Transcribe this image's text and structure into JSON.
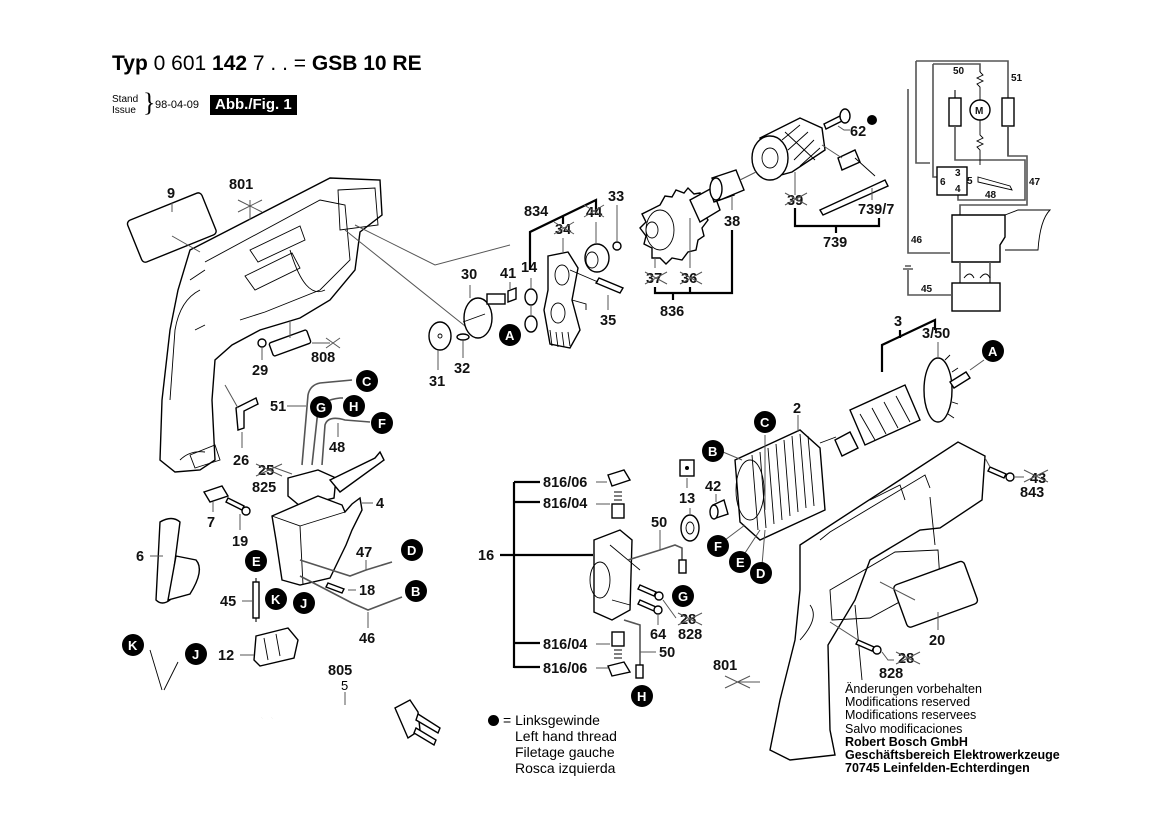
{
  "header": {
    "typ_label": "Typ",
    "type_number_a": "0 601",
    "type_number_b": "142",
    "type_number_c": "7 . . =",
    "model": "GSB 10 RE",
    "stand_label": "Stand",
    "issue_label": "Issue",
    "date": "98-04-09",
    "figure": "Abb./Fig. 1"
  },
  "legend": {
    "symbol": "filled-circle",
    "line1": "= Linksgewinde",
    "line2": "Left hand thread",
    "line3": "Filetage gauche",
    "line4": "Rosca izquierda"
  },
  "notes": {
    "line1": "Änderungen vorbehalten",
    "line2": "Modifications reserved",
    "line3": "Modifications reservees",
    "line4": "Salvo modificaciones",
    "company": "Robert Bosch GmbH",
    "division": "Geschäftsbereich Elektrowerkzeuge",
    "address": "70745 Leinfelden-Echterdingen"
  },
  "part_labels": {
    "p9": "9",
    "p801a": "801",
    "p29": "29",
    "p808": "808",
    "p30": "30",
    "p31": "31",
    "p32": "32",
    "p41": "41",
    "p14": "14",
    "p834": "834",
    "p34": "34",
    "p44": "44",
    "p33": "33",
    "p35": "35",
    "p37": "37",
    "p36": "36",
    "p836": "836",
    "p38": "38",
    "p62": "62",
    "p39": "39",
    "p739_7": "739/7",
    "p739": "739",
    "p51": "51",
    "p48": "48",
    "p26": "26",
    "p25": "25",
    "p825": "825",
    "p7": "7",
    "p19": "19",
    "p4": "4",
    "p6": "6",
    "p47": "47",
    "p18": "18",
    "p45": "45",
    "p46": "46",
    "p12": "12",
    "p805": "805",
    "p5": "5",
    "p16": "16",
    "p816_06a": "816/06",
    "p816_04a": "816/04",
    "p816_04b": "816/04",
    "p816_06b": "816/06",
    "p13": "13",
    "p42": "42",
    "p50a": "50",
    "p50b": "50",
    "p64": "64",
    "p28a": "28",
    "p828a": "828",
    "p2": "2",
    "p3": "3",
    "p3_50": "3/50",
    "p843": "843",
    "p43": "43",
    "p20": "20",
    "p28b": "28",
    "p828b": "828",
    "p801b": "801"
  },
  "connectors": {
    "A": "A",
    "B": "B",
    "C": "C",
    "D": "D",
    "E": "E",
    "F": "F",
    "G": "G",
    "H": "H",
    "J": "J",
    "K": "K"
  },
  "schematic": {
    "motor": "M",
    "w50": "50",
    "w51": "51",
    "w47": "47",
    "w48": "48",
    "w46": "46",
    "w45": "45",
    "t3": "3",
    "t4": "4",
    "t5": "5",
    "t6": "6"
  }
}
